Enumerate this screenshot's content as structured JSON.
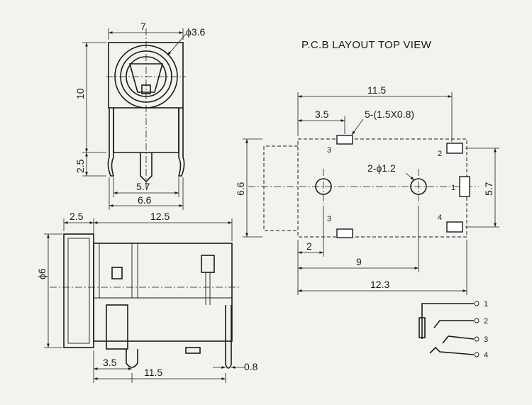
{
  "title": "P.C.B LAYOUT TOP VIEW",
  "front_view": {
    "width_dim": "7",
    "hole_dim": "ϕ3.6",
    "height_dim": "10",
    "pin_height_dim": "2.5",
    "inner_pin_dim": "5.7",
    "outer_pin_dim": "6.6"
  },
  "side_view": {
    "nose_dim": "2.5",
    "length_dim": "12.5",
    "diameter_dim": "ϕ6",
    "pin_offset_dim": "3.5",
    "pin_span_dim": "11.5",
    "pin_thickness_dim": "0.8"
  },
  "pcb_layout": {
    "top_span_dim": "11.5",
    "slot_offset_dim": "3.5",
    "slot_callout": "5-(1.5X0.8)",
    "hole_callout": "2-ϕ1.2",
    "height_dim": "6.6",
    "right_height_dim": "5.7",
    "left_offset_dim": "2",
    "hole_span_dim": "9",
    "total_length_dim": "12.3",
    "pin_labels": [
      "3",
      "2",
      "1",
      "3",
      "4"
    ]
  },
  "schematic": {
    "pins": [
      "1",
      "2",
      "3",
      "4"
    ]
  }
}
